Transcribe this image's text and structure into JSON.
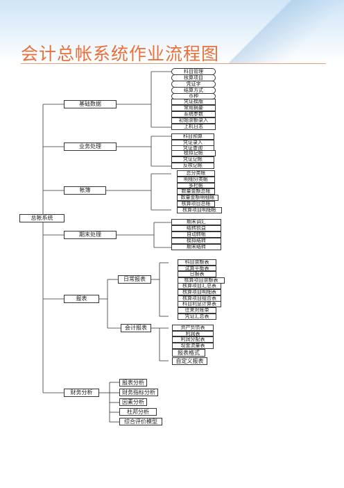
{
  "title": "会计总帐系统作业流程图",
  "root": "总帐系统",
  "modules": {
    "basic": {
      "label": "基础数据",
      "items": [
        "科目管理",
        "核算项目",
        "凭证字",
        "结算方式",
        "币种",
        "凭证模版",
        "常用摘要",
        "系统参数",
        "初始余额录入",
        "上机日志"
      ]
    },
    "business": {
      "label": "业务处理",
      "items": [
        "科目预算",
        "凭证录入",
        "凭证查询",
        "模拟记帐",
        "凭证记帐",
        "反核记帐"
      ]
    },
    "ledger": {
      "label": "帐簿",
      "items": [
        "总分类帐",
        "明细分类帐",
        "多栏帐",
        "数量金额总帐",
        "数量金额明细帐",
        "核算项目总帐",
        "核算项目明细帐"
      ]
    },
    "period_end": {
      "label": "期末处理",
      "items": [
        "期末调汇",
        "结转损益",
        "自动转帐",
        "模拟结转",
        "期末结转"
      ]
    },
    "reports": {
      "label": "报表",
      "daily": {
        "label": "日常报表",
        "items": [
          "科目余额表",
          "试算平衡表",
          "日报表",
          "核算项目余额表",
          "核算项目汇总表",
          "核算项目明细表",
          "核算项目组合表",
          "科目利息计算表",
          "往来对账单",
          "凭证汇总表"
        ]
      },
      "accounting": {
        "label": "会计报表",
        "items": [
          "资产负债表",
          "利润表",
          "利润分配表",
          "现金流量表",
          "报表格式",
          "自定义报表"
        ]
      }
    },
    "analysis": {
      "label": "财务分析",
      "items": [
        "报表分析",
        "财务指标分析",
        "因素分析",
        "杜邦分析",
        "综合评价模型"
      ]
    }
  }
}
